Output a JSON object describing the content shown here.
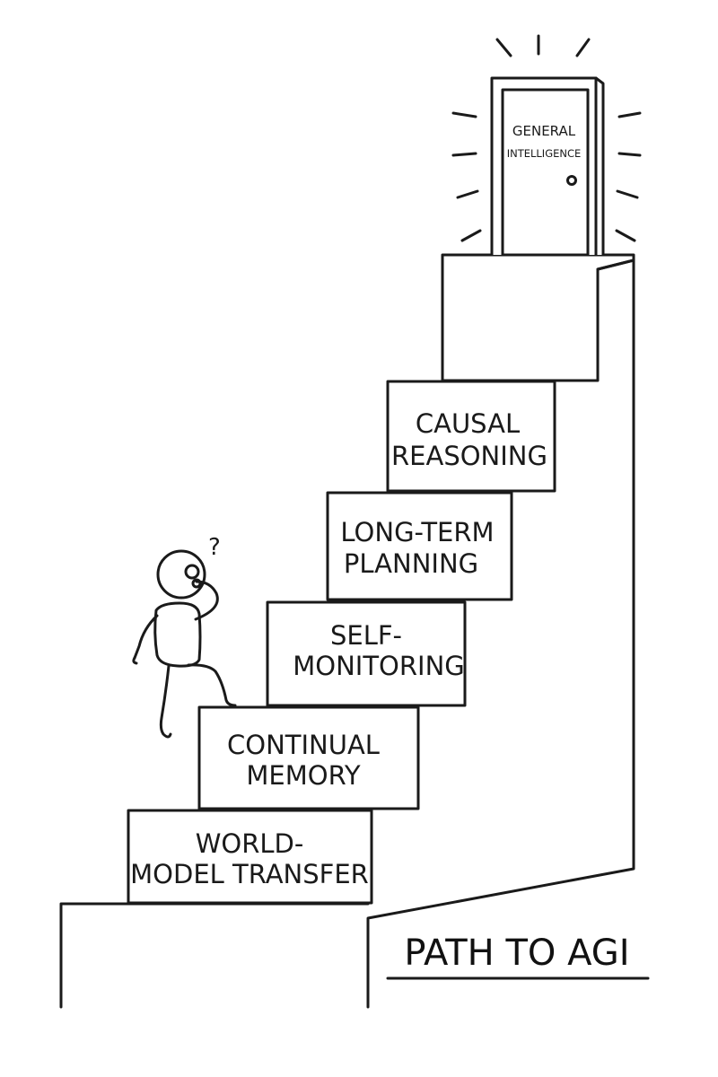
{
  "title": "PATH TO AGI",
  "door": {
    "line1": "GENERAL",
    "line2": "INTELLIGENCE"
  },
  "steps": [
    {
      "line1": "WORLD-",
      "line2": "MODEL TRANSFER"
    },
    {
      "line1": "CONTINUAL",
      "line2": "MEMORY"
    },
    {
      "line1": "SELF-",
      "line2": "MONITORING"
    },
    {
      "line1": "LONG-TERM",
      "line2": "PLANNING"
    },
    {
      "line1": "CAUSAL",
      "line2": "REASONING"
    }
  ],
  "figure": {
    "thought_mark": "?"
  }
}
